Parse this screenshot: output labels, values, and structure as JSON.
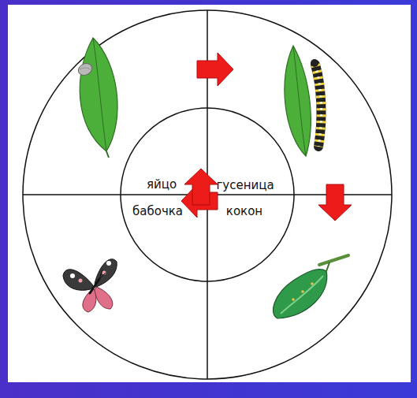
{
  "diagram": {
    "nodes": [
      {
        "text": [
          "яйцо"
        ]
      },
      {
        "text": [
          "гусеница"
        ]
      },
      {
        "text": [
          "бабочка"
        ]
      },
      {
        "text": [
          "кокон"
        ]
      }
    ],
    "edges": [
      {
        "from": 0,
        "to": 1,
        "arrow": "to"
      },
      {
        "from": 1,
        "to": 3,
        "arrow": "to"
      },
      {
        "from": 3,
        "to": 2,
        "arrow": "to"
      },
      {
        "from": 2,
        "to": 0,
        "arrow": "to"
      }
    ]
  }
}
